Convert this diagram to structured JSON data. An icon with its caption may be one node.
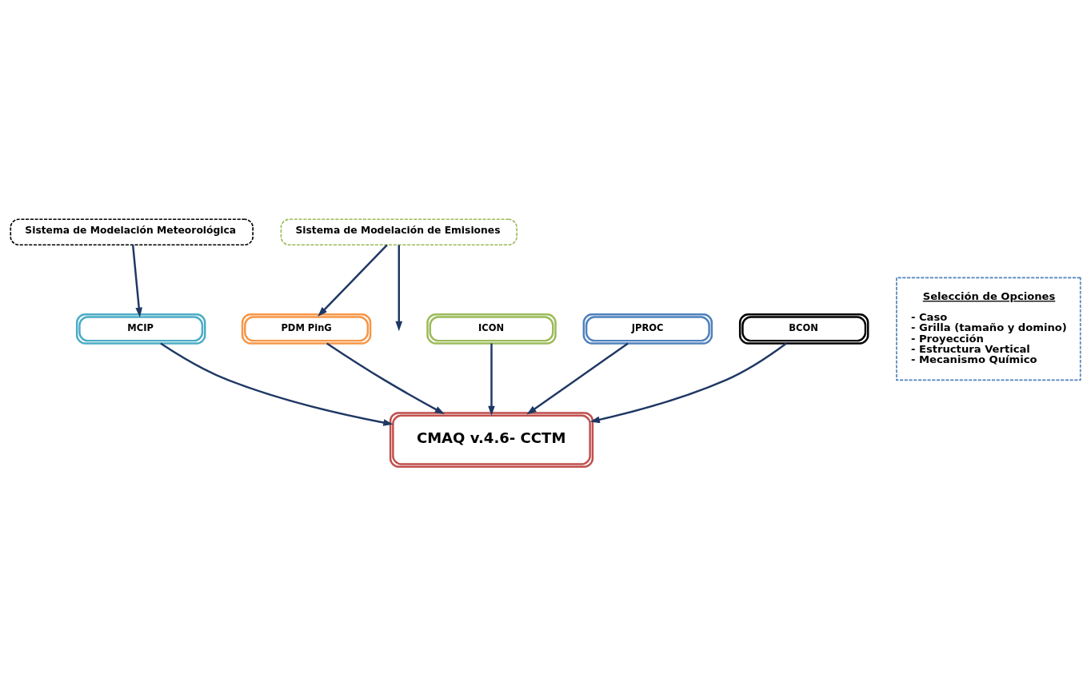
{
  "diagram": {
    "nodes": [
      {
        "text": [
          "Sistema de Modelación Meteorológica"
        ]
      },
      {
        "text": [
          "Sistema de Modelación de Emisiones"
        ]
      },
      {
        "text": [
          "Selección de Opciones",
          "- Caso",
          "- Grilla (tamaño y domino)",
          "- Proyección",
          "- Estructura Vertical",
          "- Mecanismo Químico"
        ]
      },
      {
        "text": [
          "MCIP"
        ]
      },
      {
        "text": [
          "PDM PinG"
        ]
      },
      {
        "text": [
          "ICON"
        ]
      },
      {
        "text": [
          "JPROC"
        ]
      },
      {
        "text": [
          "BCON"
        ]
      },
      {
        "text": [
          "CMAQ v.4.6- CCTM"
        ]
      }
    ],
    "edges": [
      {
        "from": 0,
        "to": 3,
        "arrow": "to"
      },
      {
        "from": 1,
        "to": null,
        "arrow": "to"
      },
      {
        "from": 1,
        "to": 4,
        "arrow": "to"
      },
      {
        "from": 3,
        "to": 8,
        "arrow": "to"
      },
      {
        "from": 4,
        "to": 8,
        "arrow": "to"
      },
      {
        "from": 5,
        "to": 8,
        "arrow": "to"
      },
      {
        "from": 6,
        "to": 8,
        "arrow": "to"
      },
      {
        "from": 7,
        "to": 8,
        "arrow": "to"
      }
    ]
  }
}
